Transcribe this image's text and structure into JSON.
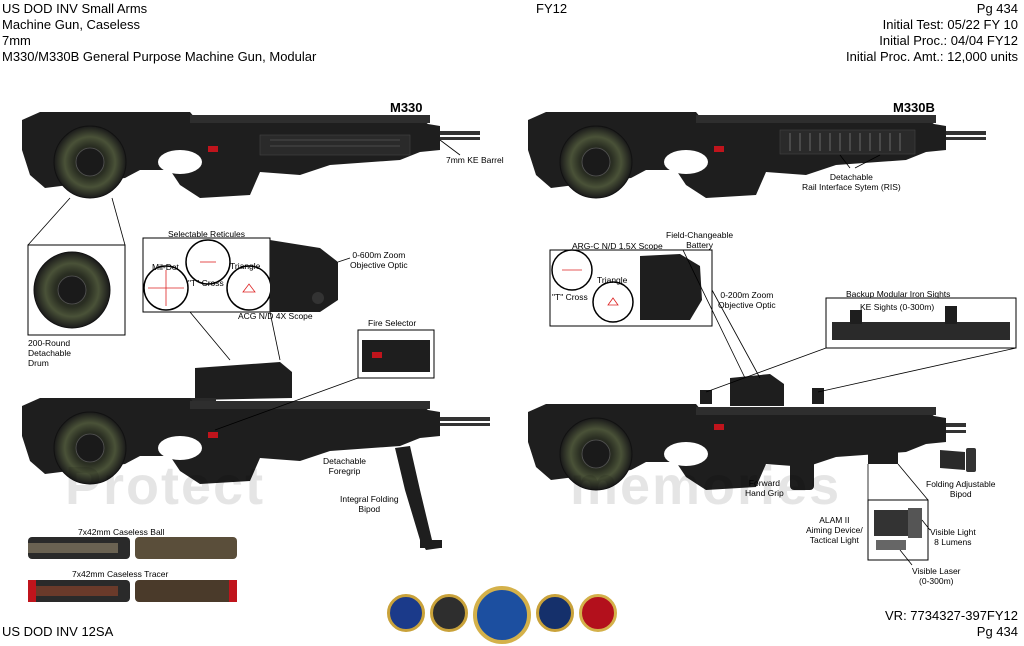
{
  "header": {
    "left_lines": [
      "US DOD INV Small Arms",
      "Machine Gun, Caseless",
      "7mm",
      "M330/M330B General Purpose Machine Gun, Modular"
    ],
    "center": "FY12",
    "right_lines": [
      "Pg 434",
      "Initial Test: 05/22 FY 10",
      "Initial Proc.: 04/04 FY12",
      "Initial Proc. Amt.: 12,000 units"
    ]
  },
  "models": {
    "left": "M330",
    "right": "M330B"
  },
  "labels": {
    "ke_barrel": "7mm KE Barrel",
    "ris_1": "Detachable",
    "ris_2": "Rail Interface Sytem (RIS)",
    "reticules": "Selectable Reticules",
    "mil_dot": "Mil-Dot",
    "t_cross": "\"T\" Cross",
    "triangle": "Triangle",
    "zoom_600_1": "0-600m Zoom",
    "zoom_600_2": "Objective Optic",
    "acog": "ACG N/D 4X Scope",
    "drum_1": "200-Round",
    "drum_2": "Detachable",
    "drum_3": "Drum",
    "fire_selector": "Fire Selector",
    "foregrip_1": "Detachable",
    "foregrip_2": "Foregrip",
    "bipod_1": "Integral Folding",
    "bipod_2": "Bipod",
    "ball": "7x42mm Caseless Ball",
    "tracer": "7x42mm Caseless Tracer",
    "field_batt_1": "Field-Changeable",
    "field_batt_2": "Battery",
    "argc": "ARG-C N/D 1.5X Scope",
    "t_cross_b": "\"T\" Cross",
    "triangle_b": "Triangle",
    "zoom_200_1": "0-200m Zoom",
    "zoom_200_2": "Objective Optic",
    "backup_sights": "Backup Modular Iron Sights",
    "ke_sights": "KE Sights (0-300m)",
    "fwd_grip_1": "Forward",
    "fwd_grip_2": "Hand Grip",
    "alam_1": "ALAM II",
    "alam_2": "Aiming Device/",
    "alam_3": "Tactical  Light",
    "folding_bipod_1": "Folding Adjustable",
    "folding_bipod_2": "Bipod",
    "vis_light_1": "Visible Light",
    "vis_light_2": "8 Lumens",
    "vis_laser_1": "Visible Laser",
    "vis_laser_2": "(0-300m)"
  },
  "watermarks": {
    "left": "Protect",
    "right": "memories"
  },
  "footer": {
    "left": "US DOD INV 12SA",
    "right_1": "VR: 7734327-397FY12",
    "right_2": "Pg 434"
  },
  "seals": [
    {
      "name": "air-force-seal",
      "color": "#1b3a8a",
      "ring": "#c9a23a"
    },
    {
      "name": "army-seal",
      "color": "#2e2e2e",
      "ring": "#c9a23a"
    },
    {
      "name": "dod-seal",
      "color": "#1c4fa0",
      "ring": "#d4b14a"
    },
    {
      "name": "navy-seal",
      "color": "#15306b",
      "ring": "#c9a23a"
    },
    {
      "name": "marines-seal",
      "color": "#b3101c",
      "ring": "#d4b14a"
    }
  ],
  "colors": {
    "gun": "#1e1e1e",
    "gun_light": "#3a3a3a",
    "accent_red": "#c0141c",
    "drum_green": "#3c4230"
  }
}
